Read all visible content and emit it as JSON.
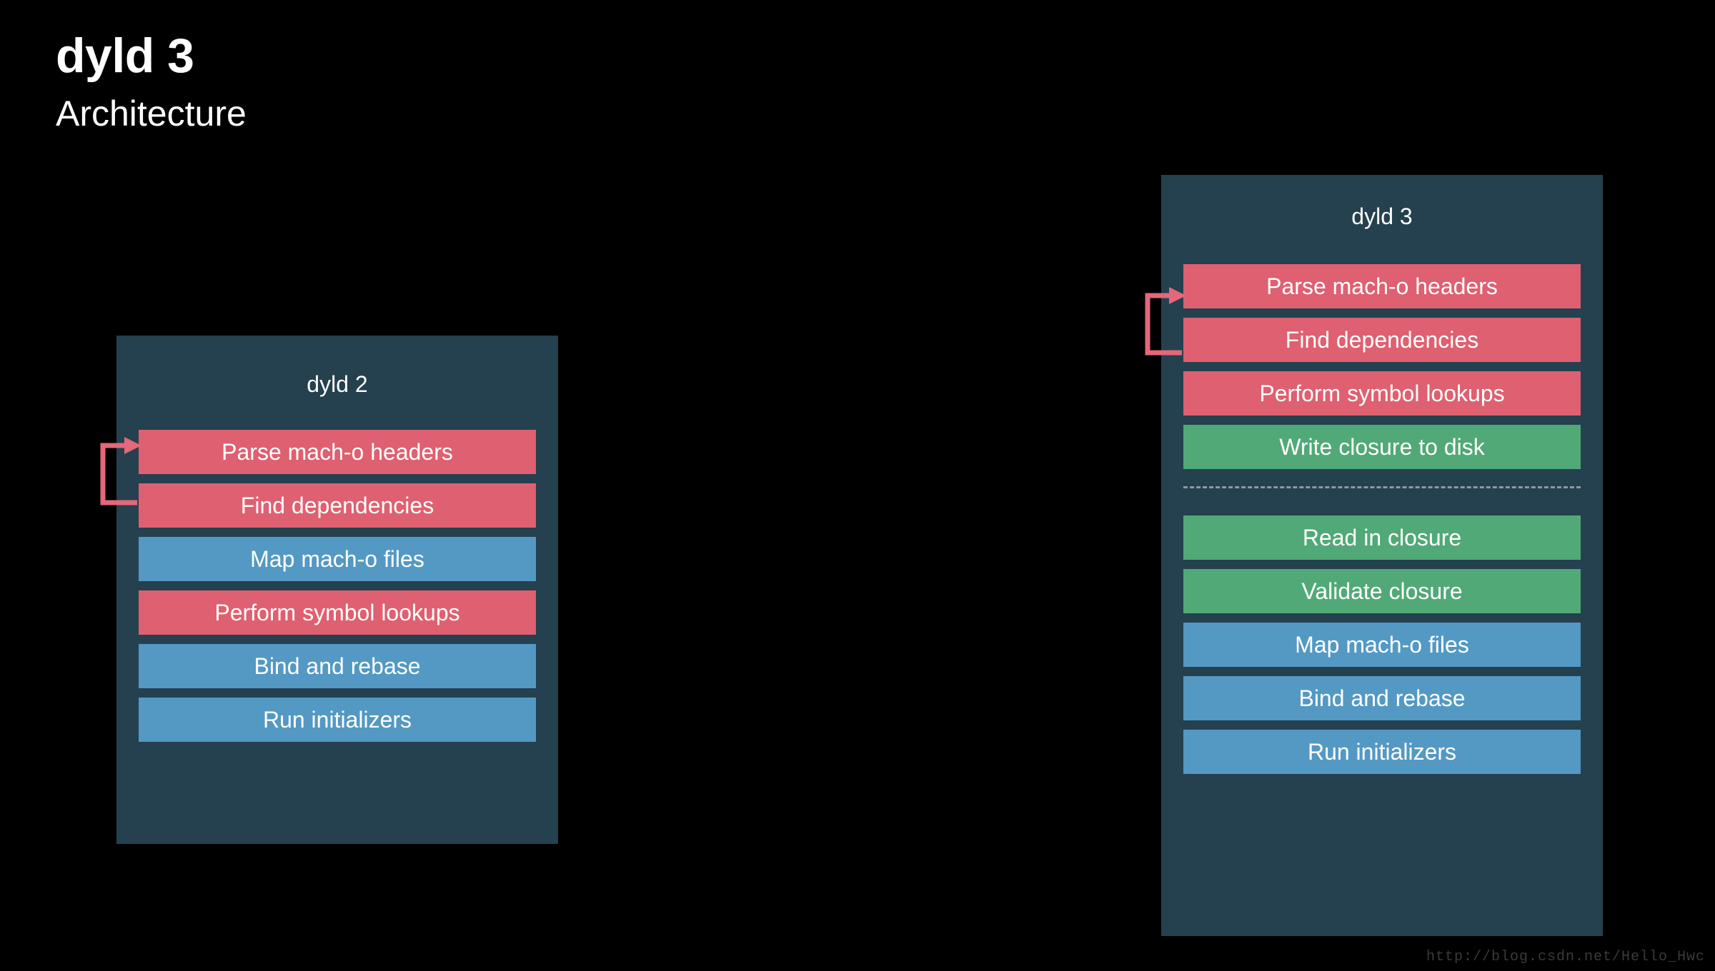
{
  "slide": {
    "title": "dyld 3",
    "subtitle": "Architecture",
    "background_color": "#000000",
    "watermark": "http://blog.csdn.net/Hello_Hwc"
  },
  "colors": {
    "panel_background": "#25404F",
    "step_red": "#DF6070",
    "step_blue": "#5399C4",
    "step_green": "#51A977",
    "arrow": "#E2687A",
    "divider": "#8C9AA3",
    "text": "#FFFFFF"
  },
  "panels": [
    {
      "id": "dyld2",
      "title": "dyld 2",
      "loop_arrow": {
        "from_step": "Find dependencies",
        "to_step": "Parse mach-o headers",
        "color": "#E2687A"
      },
      "steps": [
        {
          "label": "Parse mach-o headers",
          "color": "red"
        },
        {
          "label": "Find dependencies",
          "color": "red"
        },
        {
          "label": "Map mach-o files",
          "color": "blue"
        },
        {
          "label": "Perform symbol lookups",
          "color": "red"
        },
        {
          "label": "Bind and rebase",
          "color": "blue"
        },
        {
          "label": "Run initializers",
          "color": "blue"
        }
      ]
    },
    {
      "id": "dyld3",
      "title": "dyld 3",
      "loop_arrow": {
        "from_step": "Find dependencies",
        "to_step": "Parse mach-o headers",
        "color": "#E2687A"
      },
      "steps": [
        {
          "label": "Parse mach-o headers",
          "color": "red"
        },
        {
          "label": "Find dependencies",
          "color": "red"
        },
        {
          "label": "Perform symbol lookups",
          "color": "red"
        },
        {
          "label": "Write closure to disk",
          "color": "green"
        },
        {
          "divider": true
        },
        {
          "label": "Read in closure",
          "color": "green"
        },
        {
          "label": "Validate closure",
          "color": "green"
        },
        {
          "label": "Map mach-o files",
          "color": "blue"
        },
        {
          "label": "Bind and rebase",
          "color": "blue"
        },
        {
          "label": "Run initializers",
          "color": "blue"
        }
      ]
    }
  ]
}
